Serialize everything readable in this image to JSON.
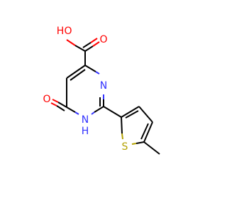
{
  "molecule": {
    "atoms": {
      "hydroxyl_o": "O",
      "hydroxyl_h": "H",
      "carbonyl_o_acid": "O",
      "ring_n3": "N",
      "ring_nh_n": "N",
      "ring_nh_h": "H",
      "keto_o": "O",
      "thiophene_s": "S"
    },
    "colors": {
      "carbon": "#000000",
      "oxygen": "#ff0000",
      "nitrogen": "#3333ff",
      "sulfur": "#b3a100"
    }
  }
}
